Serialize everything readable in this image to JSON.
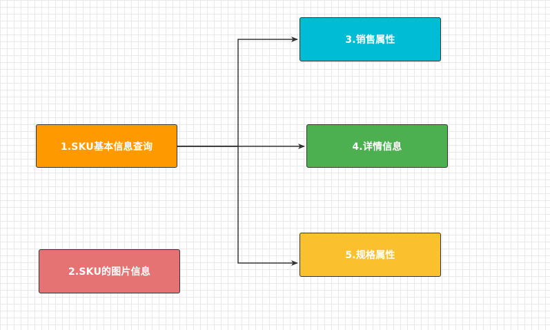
{
  "diagram": {
    "nodes": [
      {
        "id": "node-1",
        "label": "1.SKU基本信息查询",
        "color": "#ff9900"
      },
      {
        "id": "node-2",
        "label": "2.SKU的图片信息",
        "color": "#e57373"
      },
      {
        "id": "node-3",
        "label": "3.销售属性",
        "color": "#00bcd4"
      },
      {
        "id": "node-4",
        "label": "4.详情信息",
        "color": "#4caf50"
      },
      {
        "id": "node-5",
        "label": "5.规格属性",
        "color": "#fbc02d"
      }
    ],
    "edges": [
      {
        "from": "1.SKU基本信息查询",
        "to": "3.销售属性"
      },
      {
        "from": "1.SKU基本信息查询",
        "to": "4.详情信息"
      },
      {
        "from": "1.SKU基本信息查询",
        "to": "5.规格属性"
      }
    ],
    "edge_color": "#333333"
  }
}
